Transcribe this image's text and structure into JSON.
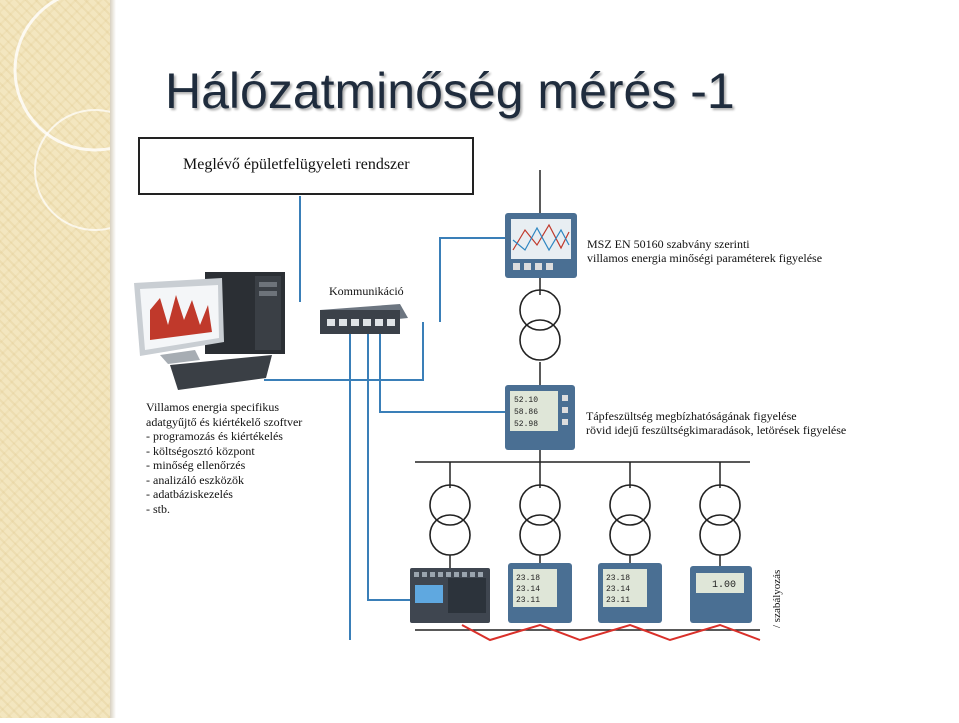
{
  "slide": {
    "title": "Hálózatminőség mérés -1"
  },
  "diagram": {
    "bms_box": "Meglévő épületfelügyeleti rendszer",
    "communication": "Kommunikáció",
    "top_meter_note": {
      "line1": "MSZ EN 50160 szabvány szerinti",
      "line2": "villamos energia minőségi paraméterek figyelése"
    },
    "mid_meter_note": {
      "line1": "Tápfeszültség megbízhatóságának figyelése",
      "line2": "rövid idejű feszültségkimaradások, letörések figyelése"
    },
    "software": {
      "line1": "Villamos energia specifikus",
      "line2": "adatgyűjtő és kiértékelő szoftver",
      "items": [
        "- programozás és kiértékelés",
        "- költségosztó központ",
        "- minőség ellenőrzés",
        "- analizáló eszközök",
        "- adatbáziskezelés",
        "- stb."
      ]
    },
    "meter_displays": {
      "mid": [
        "52.10",
        "58.86",
        "52.98"
      ],
      "bottom1": [
        "23.18",
        "23.14",
        "23.11"
      ],
      "bottom2": [
        "23.18",
        "23.14",
        "23.11"
      ],
      "bottom3": "1.00"
    },
    "vertical_text": "/ szabályozás",
    "colors": {
      "blue_line": "#3a7fb8",
      "red_line": "#d9302a",
      "title": "#1f2c3d",
      "sidebar": "#f3e6bf"
    }
  }
}
